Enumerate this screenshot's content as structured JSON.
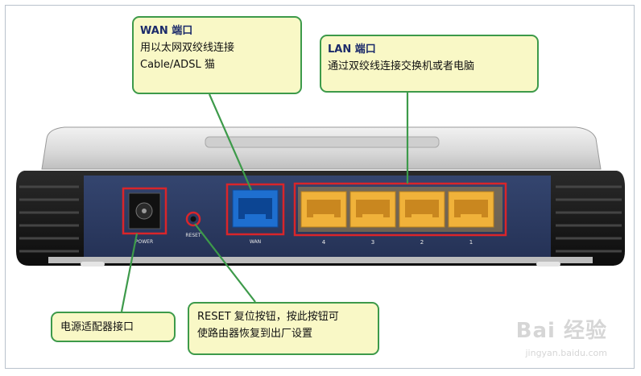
{
  "callouts": {
    "wan": {
      "title": "WAN 端口",
      "line1": "用以太网双绞线连接",
      "line2": "Cable/ADSL 猫"
    },
    "lan": {
      "title": "LAN 端口",
      "line1": "通过双绞线连接交换机或者电脑"
    },
    "power": {
      "text": "电源适配器接口"
    },
    "reset": {
      "line1": "RESET 复位按钮，按此按钮可",
      "line2": "使路由器恢复到出厂设置"
    }
  },
  "panel_labels": {
    "power": "POWER",
    "reset": "RESET",
    "wan": "WAN",
    "lan_ports": [
      "4",
      "3",
      "2",
      "1"
    ]
  },
  "watermark": {
    "text": "Bai 经验",
    "sub": "jingyan.baidu.com"
  },
  "colors": {
    "callout_fill": "#f9f8c6",
    "callout_border": "#3d9a4a",
    "highlight": "#d9252a",
    "wan_port": "#1e6fd0",
    "lan_port": "#f0b23a",
    "panel": "#2b3a62"
  }
}
